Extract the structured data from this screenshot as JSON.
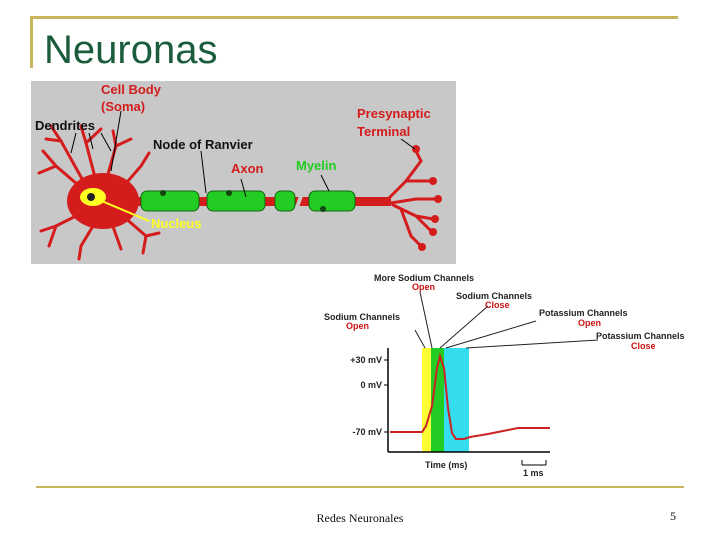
{
  "slide": {
    "title": "Neuronas",
    "footer": "Redes Neuronales",
    "page_number": "5"
  },
  "neuron_diagram": {
    "labels": {
      "cell_body": "Cell Body",
      "soma": "(Soma)",
      "dendrites": "Dendrites",
      "node_of_ranvier": "Node of Ranvier",
      "axon": "Axon",
      "myelin": "Myelin",
      "presynaptic": "Presynaptic",
      "terminal": "Terminal",
      "nucleus": "Nucleus"
    },
    "colors": {
      "background": "#c8c8c8",
      "neuron": "#d41c1c",
      "myelin": "#22cc22",
      "label": "#d41c1c"
    }
  },
  "action_potential": {
    "labels": {
      "more_sodium": "More Sodium Channels",
      "more_sodium_state": "Open",
      "sodium_close": "Sodium Channels",
      "sodium_close_state": "Close",
      "sodium_open": "Sodium Channels",
      "sodium_open_state": "Open",
      "potassium_open": "Potassium Channels",
      "potassium_open_state": "Open",
      "potassium_close": "Potassium Channels",
      "potassium_close_state": "Close",
      "y_plus30": "+30 mV",
      "y_zero": "0 mV",
      "y_minus70": "-70 mV",
      "x_label": "Time (ms)",
      "scale": "1 ms"
    },
    "colors": {
      "yellow": "#ffff33",
      "green": "#22cc22",
      "cyan": "#33ddee",
      "trace": "#cc2222",
      "state": "#cc1111"
    }
  }
}
